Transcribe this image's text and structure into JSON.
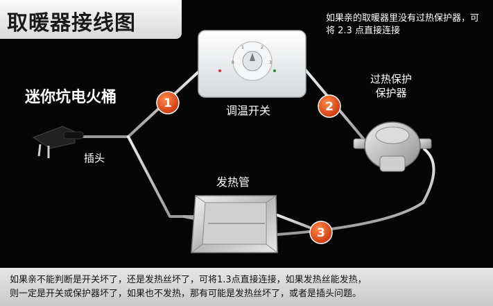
{
  "title": "取暖器接线图",
  "note_top": "如果亲的取暖器里没有过热保护器，可将 2.3 点直接连接",
  "labels": {
    "device": "迷你坑电火桶",
    "plug": "插头",
    "switch": "调温开关",
    "protector_line1": "过热保护",
    "protector_line2": "保护器",
    "heater": "发热管"
  },
  "points": [
    "1",
    "2",
    "3"
  ],
  "bottom_note_line1": "如果亲不能判断是开关坏了，还是发热丝坏了，可将1.3点直接连接，如果发热丝能发热，",
  "bottom_note_line2": "则一定是开关或保护器坏了，如果也不发热，那有可能是发热丝坏了，或者是插头问题。",
  "colors": {
    "background": "#050505",
    "wire": "#c8c8c8",
    "badge": "#e0491c",
    "title_bar": "#e8e8e8",
    "bottom_bar": "#d6d6d6"
  },
  "icons": {
    "plug": "plug-icon",
    "switch": "thermostat-switch-icon",
    "protector": "thermal-protector-icon",
    "heater": "heating-tube-icon"
  }
}
